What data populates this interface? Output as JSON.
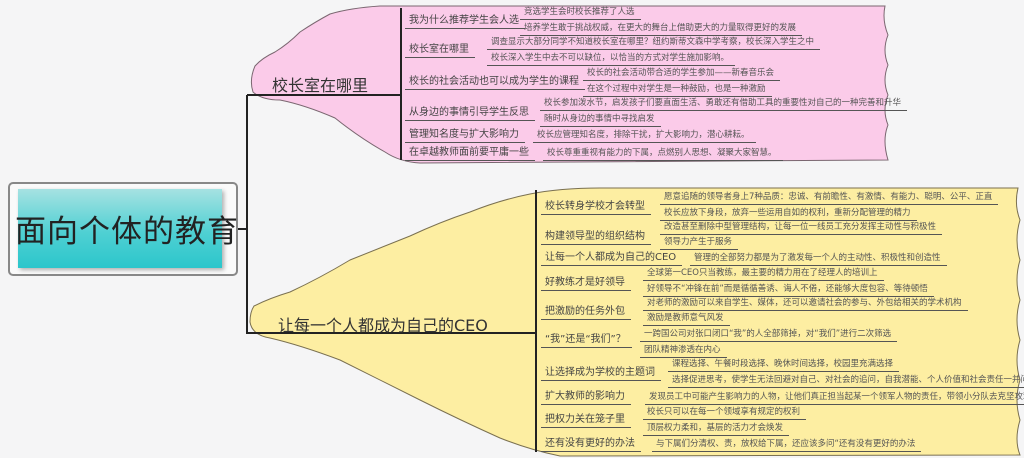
{
  "central_topic": "面向个体的教育",
  "colors": {
    "pink": "#fbcbe9",
    "yellow": "#fdeea2",
    "teal": "#3ccdd0"
  },
  "branches": [
    {
      "title": "校长室在哪里",
      "topics": [
        {
          "label": "我为什么推荐学生会人选",
          "details": [
            "竞选学生会时校长推荐了人选",
            "培养学生敢于挑战权威，在更大的舞台上借助更大的力量取得更好的发展"
          ]
        },
        {
          "label": "校长室在哪里",
          "details": [
            "调查显示大部分同学不知道校长室在哪里？纽约斯蒂文森中学考察，校长深入学生之中",
            "校长深入学生中去不可以缺位，以恰当的方式对学生施加影响。"
          ]
        },
        {
          "label": "校长的社会活动也可以成为学生的课程",
          "details": [
            "校长的社会活动带合适的学生参加——新春音乐会",
            "在这个过程中对学生是一种鼓励，也是一种激励"
          ]
        },
        {
          "label": "从身边的事情引导学生反思",
          "details": [
            "校长参加泼水节，启发孩子们要直面生活、勇敢还有借助工具的重要性对自己的一种完善和升华",
            "随时从身边的事情中寻找启发"
          ]
        },
        {
          "label": "管理知名度与扩大影响力",
          "details": [
            "校长应管理知名度，排除干扰，扩大影响力，潜心耕耘。"
          ]
        },
        {
          "label": "在卓越教师面前要平庸一些",
          "details": [
            "校长尊重重视有能力的下属，点燃别人思想、凝聚大家智慧。"
          ]
        }
      ]
    },
    {
      "title": "让每一个人都成为自己的CEO",
      "topics": [
        {
          "label": "校长转身学校才会转型",
          "details": [
            "愿意追随的领导者身上7种品质：忠诚、有前瞻性、有激情、有能力、聪明、公平、正直",
            "校长应放下身段，放弃一些运用自如的权利，重新分配管理的精力"
          ]
        },
        {
          "label": "构建领导型的组织结构",
          "details": [
            "改造甚至删除中型管理结构，让每一位一线员工充分发挥主动性与积极性",
            "领导力产生于服务"
          ]
        },
        {
          "label": "让每一个人都成为自己的CEO",
          "details": [
            "管理的全部努力都是为了激发每一个人的主动性、积极性和创造性"
          ]
        },
        {
          "label": "好教练才是好领导",
          "details": [
            "全球第一CEO只当教练，最主要的精力用在了经理人的培训上",
            "好领导不“冲锋在前”而是循循善诱、诲人不倦，还能够大度包容、等待顿悟"
          ]
        },
        {
          "label": "把激励的任务外包",
          "details": [
            "对老师的激励可以来自学生、媒体，还可以邀请社会的参与、外包给相关的学术机构",
            "激励是教师意气风发"
          ]
        },
        {
          "label": "“我”还是“我们”？",
          "details": [
            "一跨国公司对张口闭口“我”的人全部筛掉，对“我们”进行二次筛选",
            "团队精神渗透在内心"
          ]
        },
        {
          "label": "让选择成为学校的主题词",
          "details": [
            "课程选择、午餐时段选择、晚休时间选择，校园里充满选择",
            "选择促进思考，使学生无法回避对自己、对社会的追问，自我潜能、个人价值和社会责任一并问世"
          ]
        },
        {
          "label": "扩大教师的影响力",
          "details": [
            "发现员工中可能产生影响力的人物，让他们真正担当起某一个领军人物的责任，带领小分队去克坚攻难。"
          ]
        },
        {
          "label": "把权力关在笼子里",
          "details": [
            "校长只可以在每一个领域享有规定的权利",
            "顶层权力柔和，基层的活力才会焕发"
          ]
        },
        {
          "label": "还有没有更好的办法",
          "details": [
            "与下属们分清权、责，放权给下属，还应该多问“还有没有更好的办法"
          ]
        }
      ]
    }
  ]
}
